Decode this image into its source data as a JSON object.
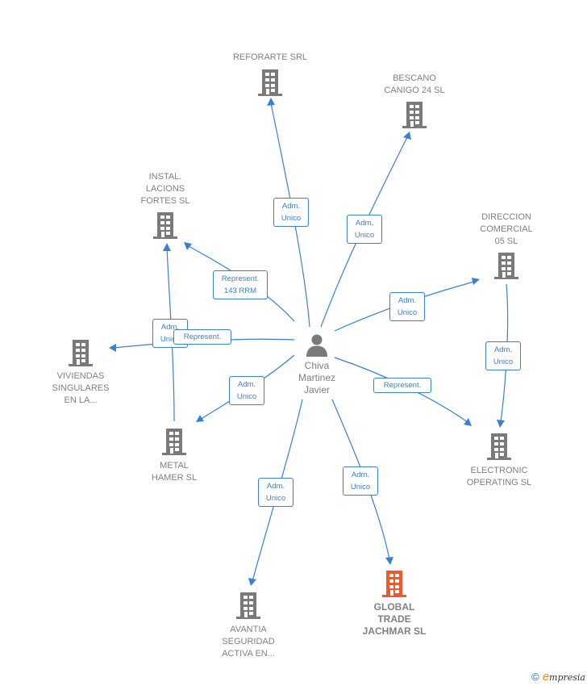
{
  "center": {
    "name": "Chiva\nMartinez\nJavier",
    "icon": "person-icon"
  },
  "colors": {
    "edge": "#3a7fd5",
    "building": "#7a7a7a",
    "focus_building": "#f05a28",
    "label_text": "#808080"
  },
  "nodes": [
    {
      "id": "reforarte",
      "name": "REFORARTE SRL",
      "icon": "building-icon",
      "focus": false
    },
    {
      "id": "bescano",
      "name": "BESCANO\nCANIGO 24 SL",
      "icon": "building-icon",
      "focus": false
    },
    {
      "id": "instal",
      "name": "INSTAL.\nLACIONS\nFORTES SL",
      "icon": "building-icon",
      "focus": false
    },
    {
      "id": "direccion",
      "name": "DIRECCION\nCOMERCIAL\n05 SL",
      "icon": "building-icon",
      "focus": false
    },
    {
      "id": "viviendas",
      "name": "VIVIENDAS\nSINGULARES\nEN LA...",
      "icon": "building-icon",
      "focus": false
    },
    {
      "id": "metal",
      "name": "METAL\nHAMER SL",
      "icon": "building-icon",
      "focus": false
    },
    {
      "id": "electronic",
      "name": "ELECTRONIC\nOPERATING SL",
      "icon": "building-icon",
      "focus": false
    },
    {
      "id": "avantia",
      "name": "AVANTIA\nSEGURIDAD\nACTIVA EN...",
      "icon": "building-icon",
      "focus": false
    },
    {
      "id": "global",
      "name": "GLOBAL\nTRADE\nJACHMAR  SL",
      "icon": "building-icon",
      "focus": true
    }
  ],
  "edges": [
    {
      "from": "center",
      "to": "reforarte",
      "label": "Adm.\nUnico"
    },
    {
      "from": "center",
      "to": "bescano",
      "label": "Adm.\nUnico"
    },
    {
      "from": "center",
      "to": "instal",
      "label": "Represent.\n143 RRM"
    },
    {
      "from": "metal",
      "to": "instal",
      "label": "Adm.\nUnico"
    },
    {
      "from": "center",
      "to": "viviendas",
      "label": "Represent."
    },
    {
      "from": "center",
      "to": "direccion",
      "label": "Adm.\nUnico"
    },
    {
      "from": "direccion",
      "to": "electronic",
      "label": "Adm.\nUnico"
    },
    {
      "from": "center",
      "to": "electronic",
      "label": "Represent."
    },
    {
      "from": "center",
      "to": "metal",
      "label": "Adm.\nUnico"
    },
    {
      "from": "center",
      "to": "avantia",
      "label": "Adm.\nUnico"
    },
    {
      "from": "center",
      "to": "global",
      "label": "Adm.\nUnico"
    }
  ],
  "footer": {
    "copyright": "©",
    "brand_initial": "e",
    "brand_rest": "mpresia"
  }
}
